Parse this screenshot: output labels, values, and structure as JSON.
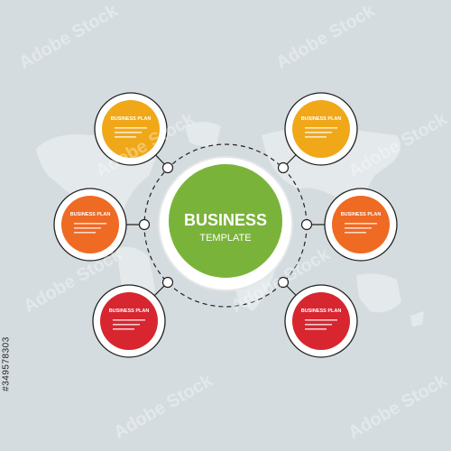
{
  "center": {
    "title": "BUSINESS",
    "subtitle": "TEMPLATE",
    "color": "#7ab33a"
  },
  "nodes": [
    {
      "id": "top-left",
      "label": "BUSINESS PLAN",
      "color": "#f0a818"
    },
    {
      "id": "top-right",
      "label": "BUSINESS PLAN",
      "color": "#f0a818"
    },
    {
      "id": "middle-left",
      "label": "BUSINESS PLAN",
      "color": "#ef6a23"
    },
    {
      "id": "middle-right",
      "label": "BUSINESS PLAN",
      "color": "#ef6a23"
    },
    {
      "id": "bottom-left",
      "label": "BUSINESS PLAN",
      "color": "#d7262f"
    },
    {
      "id": "bottom-right",
      "label": "BUSINESS PLAN",
      "color": "#d7262f"
    }
  ],
  "watermark": "Adobe Stock",
  "stock_id": "#349578303"
}
